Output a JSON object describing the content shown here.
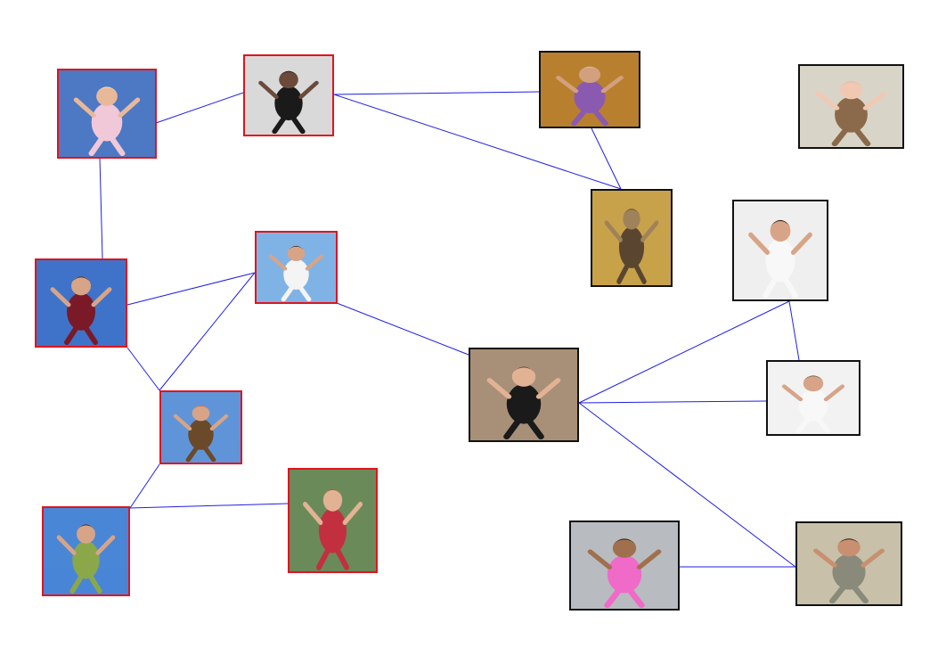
{
  "colors": {
    "edge": "#1f1fe6",
    "group_a_border": "#e0141e",
    "group_b_border": "#111111",
    "background": "#ffffff"
  },
  "nodes": [
    {
      "id": "girl-jumping-pink",
      "group": "a",
      "icon": "girl-jumping-photo",
      "sky": "#4d78c4",
      "skin": "#e8b89a",
      "hair": "#f3e29a",
      "cloth": "#f0c8d8"
    },
    {
      "id": "man-jumping-black",
      "group": "a",
      "icon": "man-jumping-photo",
      "sky": "#d9d9d9",
      "skin": "#6b4a3a",
      "hair": "#1a1a1a",
      "cloth": "#1a1a1a"
    },
    {
      "id": "man-jumping-maroon",
      "group": "a",
      "icon": "man-jumping-photo",
      "sky": "#3f73c9",
      "skin": "#d8a487",
      "hair": "#3a2a1e",
      "cloth": "#7a1a28"
    },
    {
      "id": "woman-jumping-white",
      "group": "a",
      "icon": "woman-jumping-photo",
      "sky": "#7fb3e6",
      "skin": "#d8a487",
      "hair": "#1a1a1a",
      "cloth": "#f4f4f4"
    },
    {
      "id": "person-jumping-brown",
      "group": "a",
      "icon": "person-jumping-photo",
      "sky": "#5f95d8",
      "skin": "#d8a487",
      "hair": "#b5622a",
      "cloth": "#6b4a2a"
    },
    {
      "id": "woman-jumping-green",
      "group": "a",
      "icon": "woman-jumping-photo",
      "sky": "#4a86d6",
      "skin": "#d8a487",
      "hair": "#3a2a1e",
      "cloth": "#8aa84a"
    },
    {
      "id": "boy-jumping-water",
      "group": "a",
      "icon": "boy-jumping-photo",
      "sky": "#6a8a5a",
      "skin": "#e2b294",
      "hair": "#8a5a2a",
      "cloth": "#c23040"
    },
    {
      "id": "cyclist",
      "group": "b",
      "icon": "cyclist-photo",
      "sky": "#b8802e",
      "skin": "#d2a07e",
      "hair": "#c8c8c8",
      "cloth": "#8a5ab0"
    },
    {
      "id": "baby",
      "group": "b",
      "icon": "baby-photo",
      "sky": "#d9d4c8",
      "skin": "#f1c9b3",
      "hair": "#e0b89a",
      "cloth": "#8a6a4a"
    },
    {
      "id": "old-man-walking",
      "group": "b",
      "icon": "old-man-photo",
      "sky": "#c7a24a",
      "skin": "#a0825a",
      "hair": "#6a5a3a",
      "cloth": "#5a4630"
    },
    {
      "id": "guitarist",
      "group": "b",
      "icon": "guitarist-photo",
      "sky": "#efefef",
      "skin": "#d8a487",
      "hair": "#2a1e16",
      "cloth": "#f8f8f8"
    },
    {
      "id": "trumpet-player",
      "group": "b",
      "icon": "trumpet-player-photo",
      "sky": "#a89078",
      "skin": "#e2b294",
      "hair": "#6a3a1e",
      "cloth": "#1a1a1a"
    },
    {
      "id": "bassist",
      "group": "b",
      "icon": "bassist-photo",
      "sky": "#f2f2f2",
      "skin": "#d8a487",
      "hair": "#6a5a4a",
      "cloth": "#f8f8f8"
    },
    {
      "id": "girl-on-phone",
      "group": "b",
      "icon": "girl-phone-photo",
      "sky": "#b8bcc0",
      "skin": "#a0704e",
      "hair": "#2a1e16",
      "cloth": "#f06ac8"
    },
    {
      "id": "woman-reading",
      "group": "b",
      "icon": "woman-reading-photo",
      "sky": "#c8c0a8",
      "skin": "#c89070",
      "hair": "#2a1e16",
      "cloth": "#8a8a7a"
    }
  ],
  "edges": [
    [
      "girl-jumping-pink",
      "man-jumping-black"
    ],
    [
      "girl-jumping-pink",
      "man-jumping-maroon"
    ],
    [
      "man-jumping-black",
      "cyclist"
    ],
    [
      "man-jumping-black",
      "old-man-walking"
    ],
    [
      "cyclist",
      "old-man-walking"
    ],
    [
      "man-jumping-maroon",
      "woman-jumping-white"
    ],
    [
      "man-jumping-maroon",
      "person-jumping-brown"
    ],
    [
      "woman-jumping-white",
      "person-jumping-brown"
    ],
    [
      "woman-jumping-white",
      "trumpet-player"
    ],
    [
      "person-jumping-brown",
      "woman-jumping-green"
    ],
    [
      "woman-jumping-green",
      "boy-jumping-water"
    ],
    [
      "trumpet-player",
      "guitarist"
    ],
    [
      "trumpet-player",
      "bassist"
    ],
    [
      "trumpet-player",
      "woman-reading"
    ],
    [
      "guitarist",
      "bassist"
    ],
    [
      "girl-on-phone",
      "woman-reading"
    ]
  ]
}
